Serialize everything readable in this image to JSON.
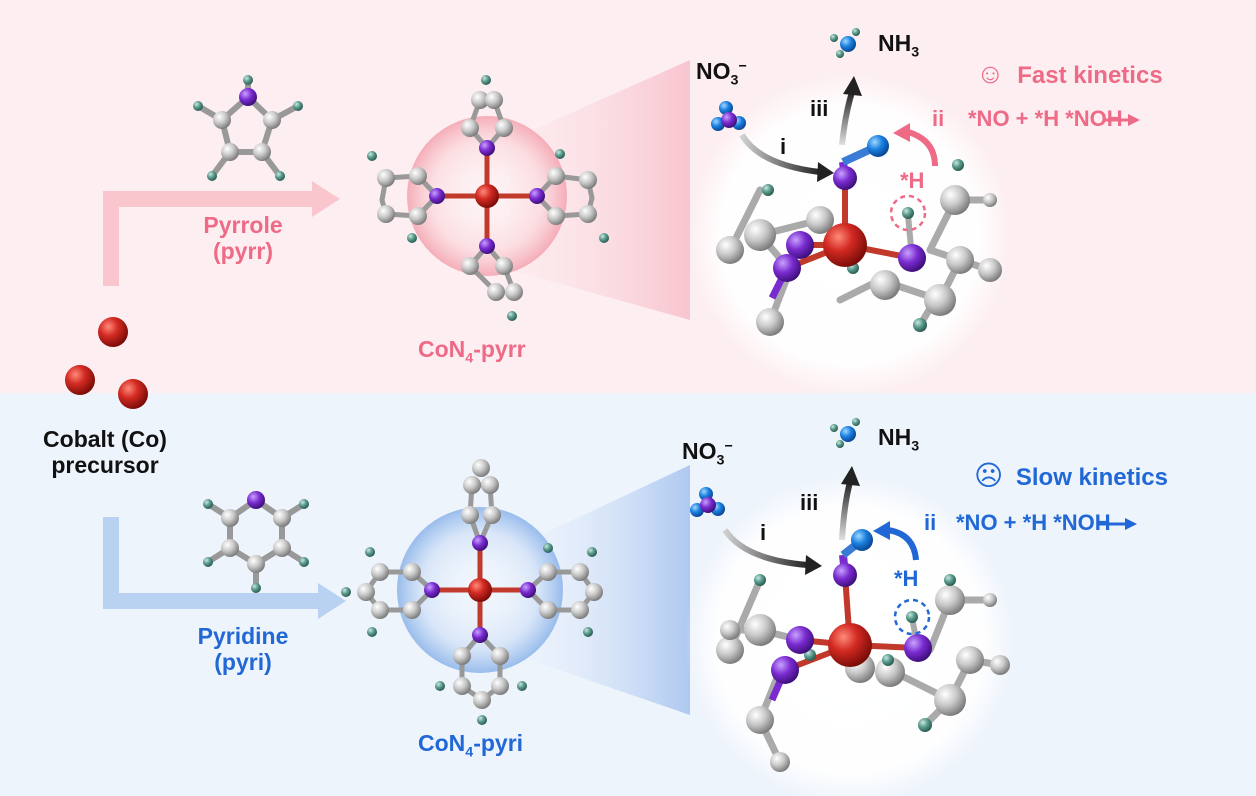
{
  "precursor": {
    "line1": "Cobalt (Co)",
    "line2": "precursor"
  },
  "top": {
    "ligand_name": "Pyrrole",
    "ligand_abbr": "(pyrr)",
    "complex_base": "CoN",
    "complex_sub": "4",
    "complex_suffix": "-pyrr",
    "reactant_base": "NO",
    "reactant_sub": "3",
    "reactant_charge": "−",
    "product_base": "NH",
    "product_sub": "3",
    "step_i": "i",
    "step_ii": "ii",
    "step_iii": "iii",
    "adsorbed_h": "*H",
    "reaction": "*NO + *H → *NOH",
    "kinetics_label": "Fast kinetics",
    "kinetics_face": "☺",
    "accent_color": "#ee6a86"
  },
  "bottom": {
    "ligand_name": "Pyridine",
    "ligand_abbr": "(pyri)",
    "complex_base": "CoN",
    "complex_sub": "4",
    "complex_suffix": "-pyri",
    "reactant_base": "NO",
    "reactant_sub": "3",
    "reactant_charge": "−",
    "product_base": "NH",
    "product_sub": "3",
    "step_i": "i",
    "step_ii": "ii",
    "step_iii": "iii",
    "adsorbed_h": "*H",
    "reaction": "*NO + *H → *NOH",
    "kinetics_label": "Slow kinetics",
    "kinetics_face": "☹",
    "accent_color": "#2168d6"
  }
}
